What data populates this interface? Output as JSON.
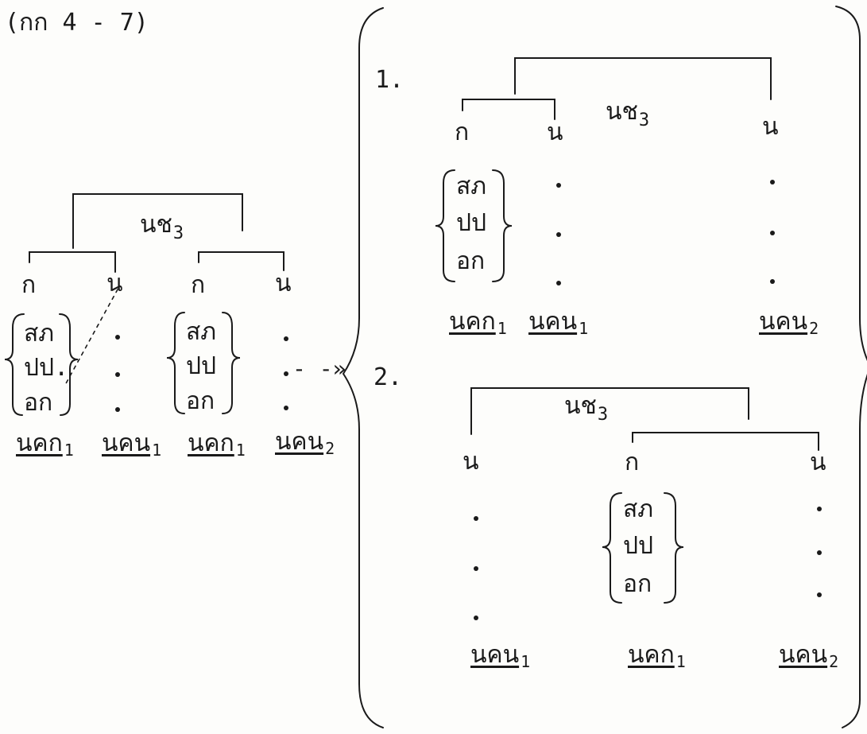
{
  "heading": "(กก 4 - 7)",
  "arrow": "- -»",
  "node": "นช",
  "node_sub": "3",
  "cat_k": "ก",
  "cat_n": "น",
  "group_items": [
    "สภ",
    "ปป",
    "อก"
  ],
  "left_group_items": [
    "สภ",
    "ปป.",
    "อก"
  ],
  "lab_nkk": "นคก",
  "lab_nkn": "นคน",
  "lab_nkk_variant": "นคก",
  "sub_1": "1",
  "sub_2": "2",
  "option_1": "1.",
  "option_2": "2."
}
